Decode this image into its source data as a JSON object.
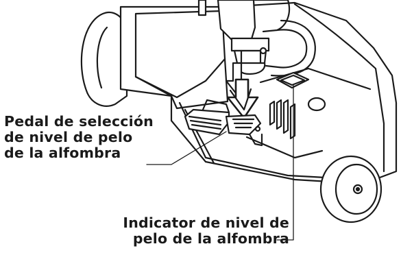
{
  "callouts": {
    "pedal": {
      "lines": [
        "Pedal de selección",
        "de nivel de pelo",
        "de la alfombra"
      ]
    },
    "indicator": {
      "lines": [
        "Indicator de nivel de",
        "pelo de la alfombra"
      ]
    }
  }
}
